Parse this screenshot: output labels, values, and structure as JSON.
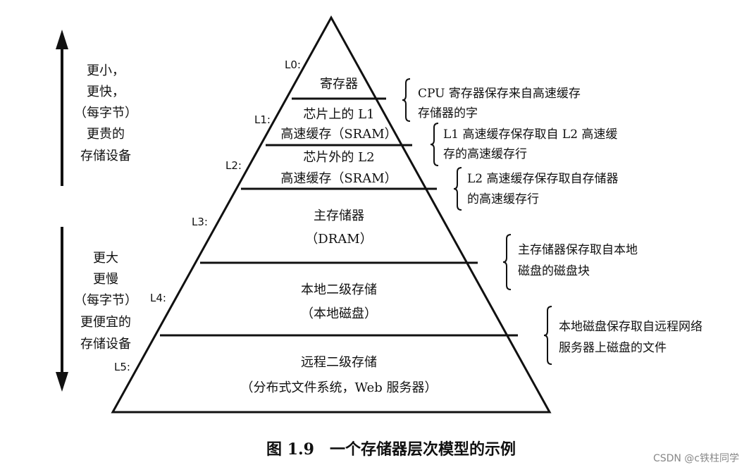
{
  "pyramid": {
    "levels": [
      {
        "id": "L0:",
        "lines": [
          "寄存器"
        ],
        "note": [
          "CPU 寄存器保存来自高速缓存",
          "存储器的字"
        ]
      },
      {
        "id": "L1:",
        "lines": [
          "芯片上的 L1",
          "高速缓存（SRAM）"
        ],
        "note": [
          "L1 高速缓存保存取自 L2 高速缓",
          "存的高速缓存行"
        ]
      },
      {
        "id": "L2:",
        "lines": [
          "芯片外的 L2",
          "高速缓存（SRAM）"
        ],
        "note": [
          "L2 高速缓存保存取自存储器",
          "的高速缓存行"
        ]
      },
      {
        "id": "L3:",
        "lines": [
          "主存储器",
          "（DRAM）"
        ],
        "note": [
          "主存储器保存取自本地",
          "磁盘的磁盘块"
        ]
      },
      {
        "id": "L4:",
        "lines": [
          "本地二级存储",
          "（本地磁盘）"
        ],
        "note": [
          "本地磁盘保存取自远程网络",
          "服务器上磁盘的文件"
        ]
      },
      {
        "id": "L5:",
        "lines": [
          "远程二级存储",
          "（分布式文件系统，Web 服务器）"
        ],
        "note": []
      }
    ]
  },
  "side_top": [
    "更小，",
    "更快，",
    "（每字节）",
    "更贵的",
    "存储设备"
  ],
  "side_bottom": [
    "更大",
    "更慢",
    "（每字节）",
    "更便宜的",
    "存储设备"
  ],
  "caption": "图 1.9　一个存储器层次模型的示例",
  "watermark": "CSDN @c铁柱同学",
  "colors": {
    "ink": "#111111",
    "background": "#ffffff",
    "watermark": "#888888"
  }
}
